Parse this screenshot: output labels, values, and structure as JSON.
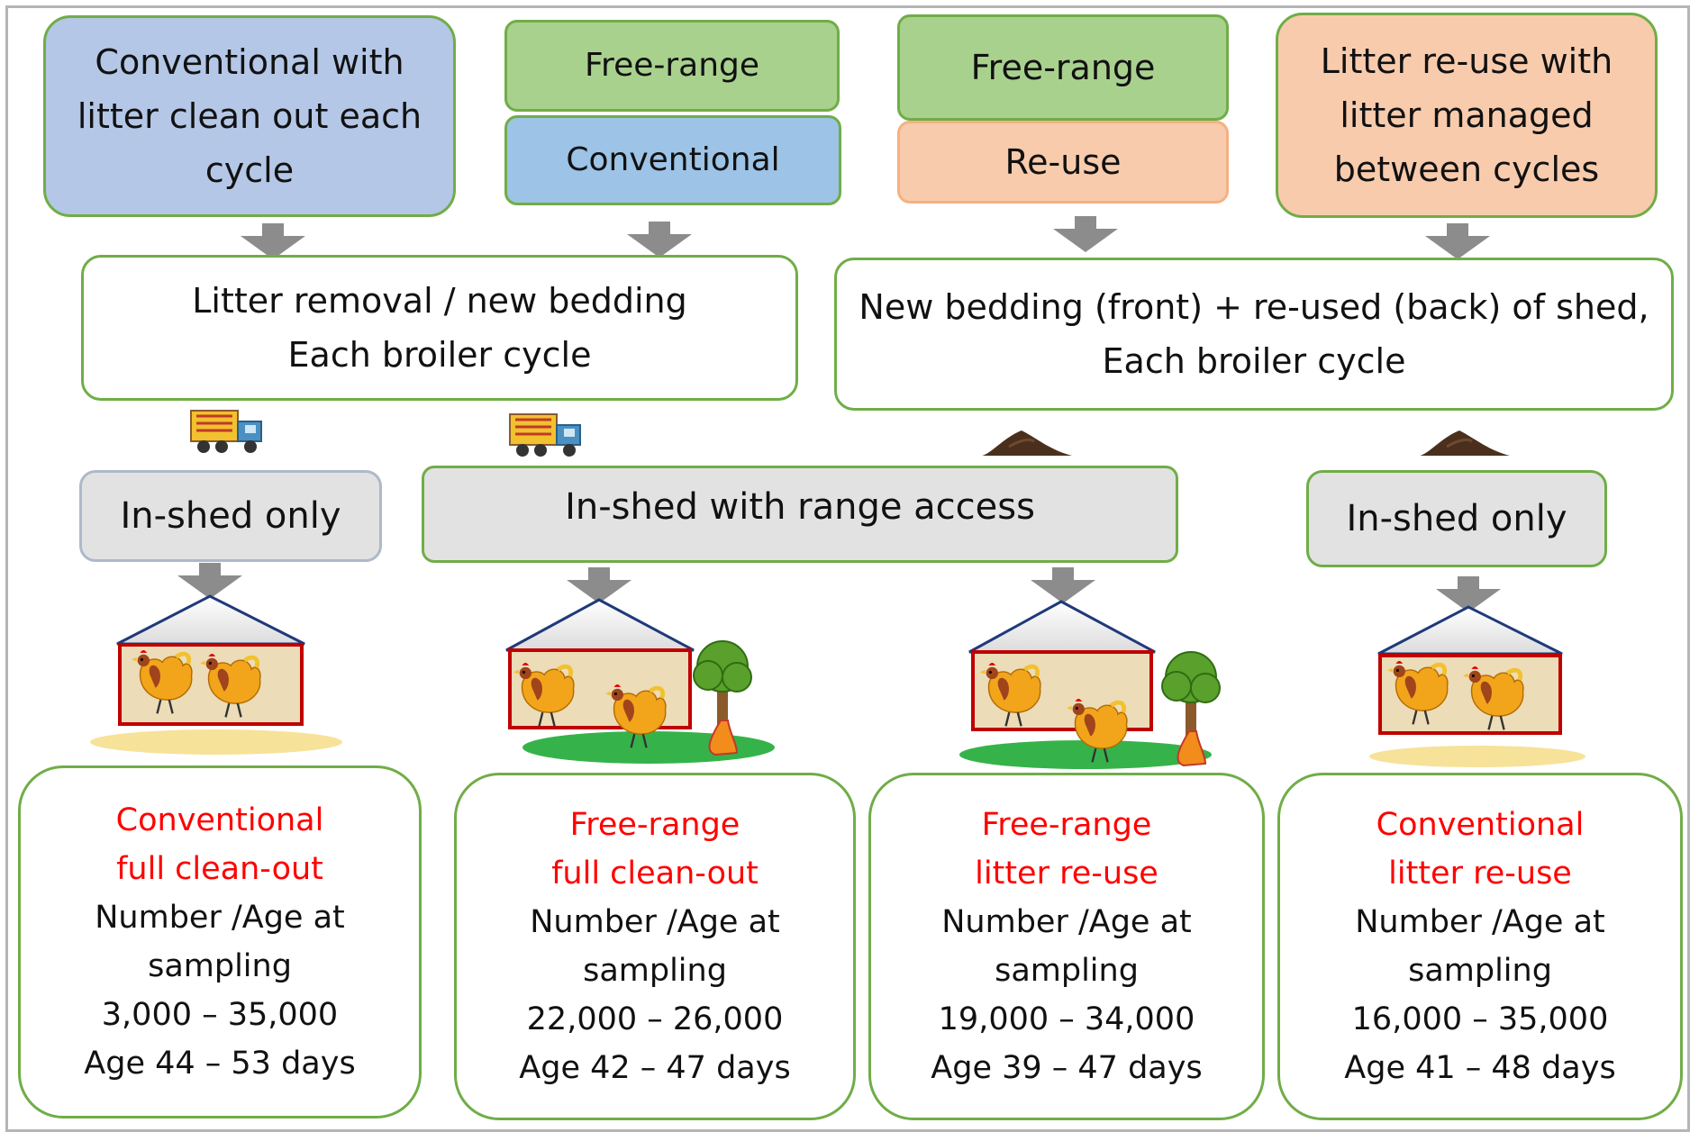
{
  "top_boxes": {
    "conventional_cleanout": [
      "Conventional with",
      "litter clean out each",
      "cycle"
    ],
    "free_range_a": "Free-range",
    "conventional_b": "Conventional",
    "free_range_c": "Free-range",
    "reuse_c": "Re-use",
    "litter_reuse_managed": [
      "Litter re-use with",
      "litter managed",
      "between cycles"
    ]
  },
  "process_boxes": {
    "removal": [
      "Litter removal / new bedding",
      "Each broiler cycle"
    ],
    "new_bedding": [
      "New bedding (front) + re-used (back) of shed,",
      "Each broiler cycle"
    ]
  },
  "housing_boxes": {
    "in_shed_left": "In-shed only",
    "range_access": "In-shed with range access",
    "in_shed_right": "In-shed only"
  },
  "results": [
    {
      "title": [
        "Conventional",
        "full clean-out"
      ],
      "lines": [
        "Number /Age at",
        "sampling",
        "3,000 – 35,000",
        "Age 44 – 53 days"
      ]
    },
    {
      "title": [
        "Free-range",
        "full clean-out"
      ],
      "lines": [
        "Number /Age at",
        "sampling",
        "22,000 – 26,000",
        "Age 42 – 47 days"
      ]
    },
    {
      "title": [
        "Free-range",
        "litter re-use"
      ],
      "lines": [
        "Number /Age at",
        "sampling",
        "19,000 – 34,000",
        "Age 39 – 47 days"
      ]
    },
    {
      "title": [
        "Conventional",
        "litter re-use"
      ],
      "lines": [
        "Number /Age at",
        "sampling",
        "16,000 – 35,000",
        "Age 41 – 48 days"
      ]
    }
  ],
  "icons": [
    "truck-icon",
    "soil-pile-icon",
    "shed-icon",
    "chicken-icon",
    "tree-icon",
    "arrow-down-icon"
  ],
  "colors": {
    "border_green": "#70ad47",
    "result_title": "#ff0000",
    "arrow": "#8c8c8c"
  }
}
